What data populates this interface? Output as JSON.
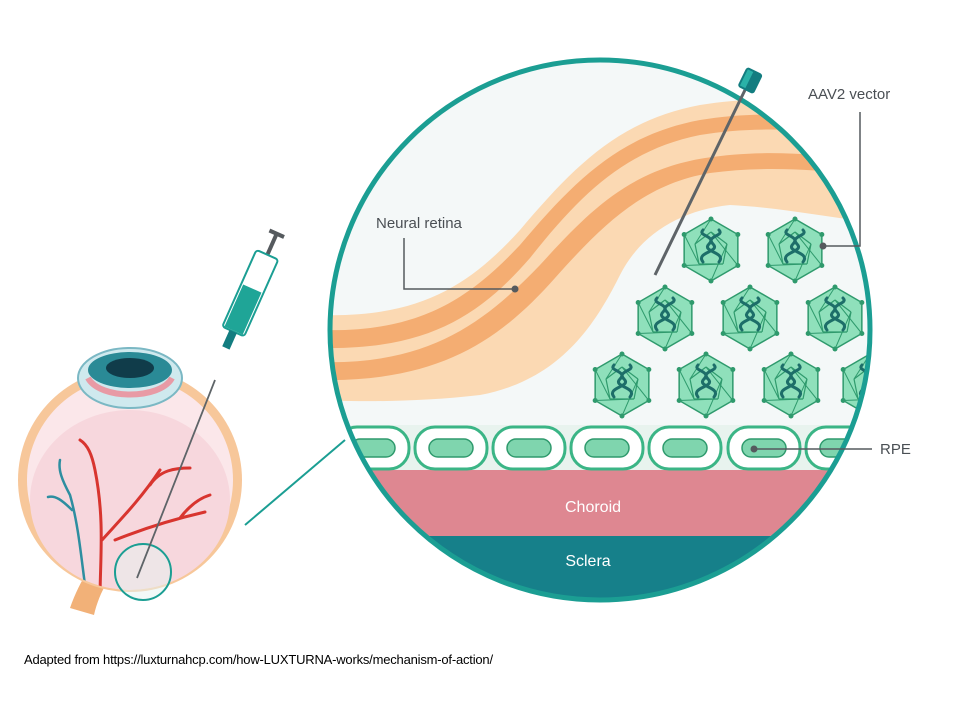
{
  "labels": {
    "neural_retina": "Neural retina",
    "aav2_vector": "AAV2 vector",
    "rpe": "RPE",
    "choroid": "Choroid",
    "sclera": "Sclera"
  },
  "caption": "Adapted from https://luxturnahcp.com/how-LUXTURNA-works/mechanism-of-action/",
  "colors": {
    "teal": "#1b9e93",
    "teal_dark": "#15777a",
    "retina_orange": "#f6c18c",
    "retina_orange_dark": "#f2a76b",
    "choroid_pink": "#de8791",
    "sclera_teal": "#16808a",
    "rpe_green": "#7fd5ae",
    "vector_green": "#7ed8b0",
    "eye_pink": "#f7d7dd"
  }
}
